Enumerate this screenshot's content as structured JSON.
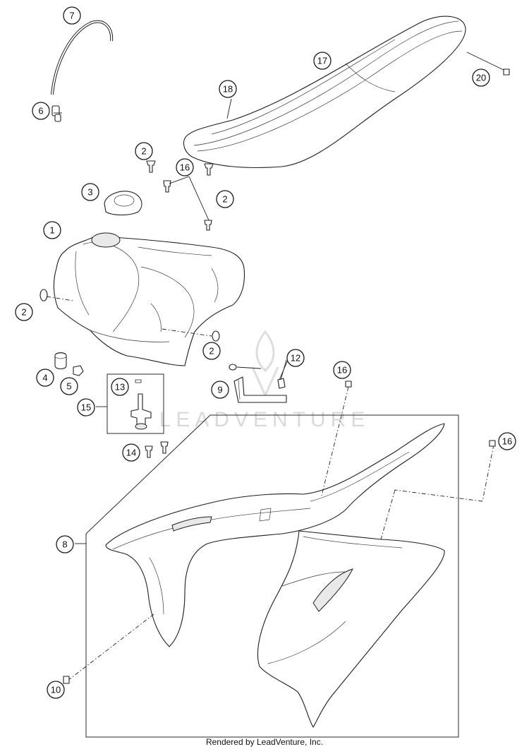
{
  "footer_text": "Rendered by LeadVenture, Inc.",
  "watermark_text": "LEADVENTURE",
  "colors": {
    "line": "#1f1f1f",
    "background": "#ffffff",
    "watermark": "#d9d9d9"
  },
  "callouts": {
    "c1": "1",
    "c2a": "2",
    "c2b": "2",
    "c2c": "2",
    "c2d": "2",
    "c3": "3",
    "c4": "4",
    "c5": "5",
    "c6": "6",
    "c7": "7",
    "c8": "8",
    "c9": "9",
    "c10": "10",
    "c12": "12",
    "c13": "13",
    "c14": "14",
    "c15": "15",
    "c16a": "16",
    "c16b": "16",
    "c16c": "16",
    "c17": "17",
    "c18": "18",
    "c20": "20"
  }
}
